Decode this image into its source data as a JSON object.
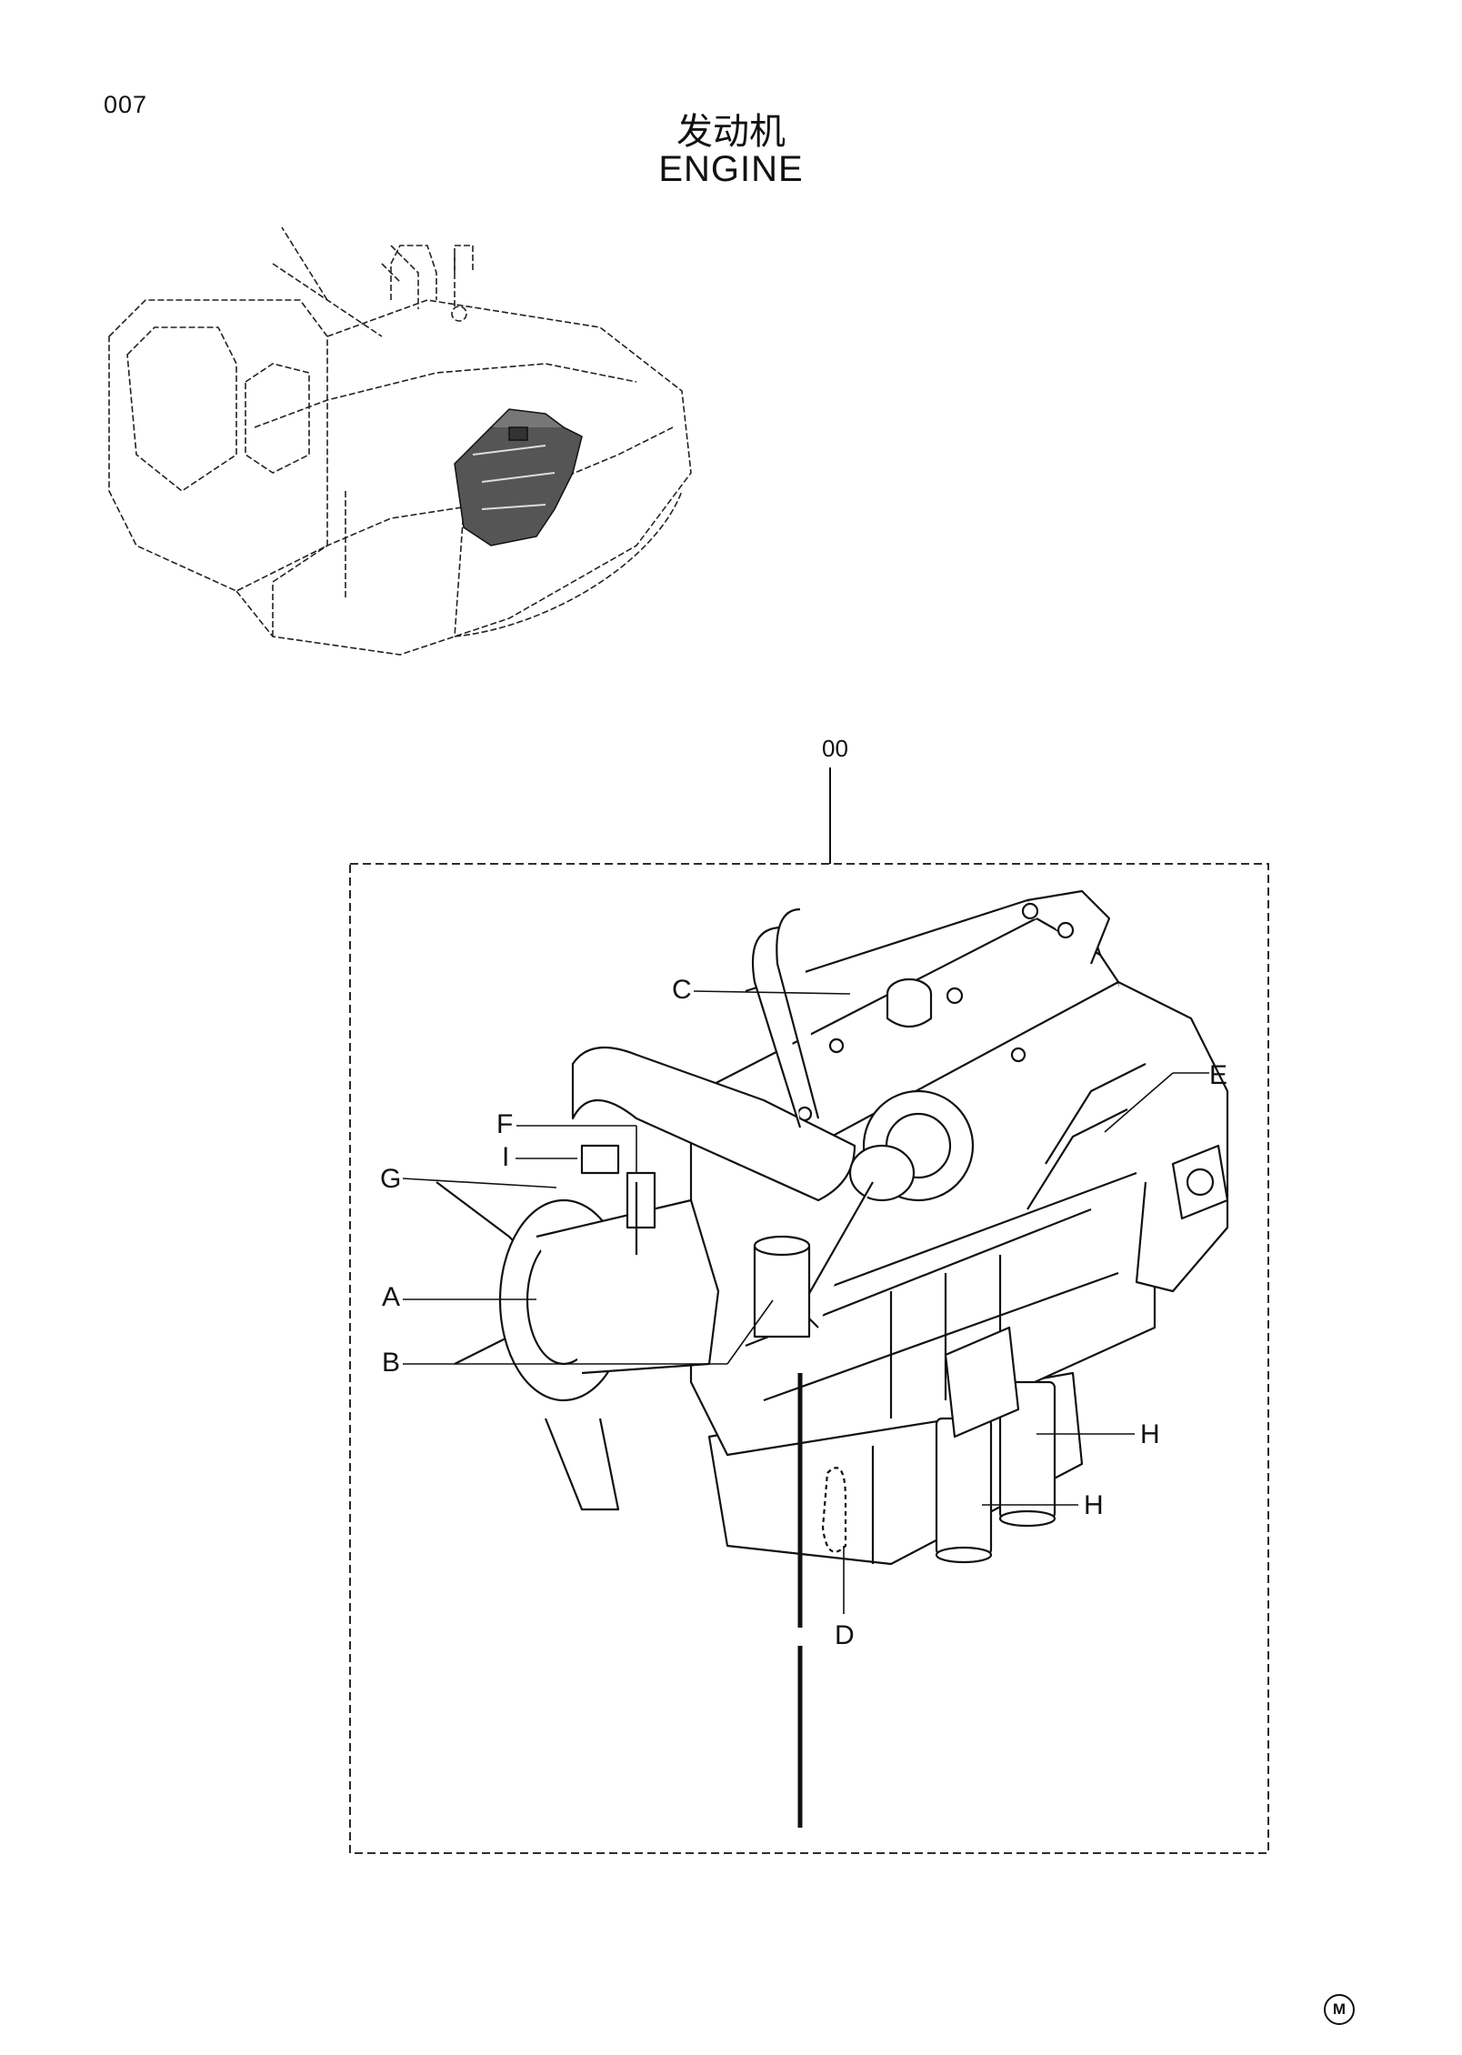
{
  "page_code": "007",
  "title_zh": "发动机",
  "title_en": "ENGINE",
  "assembly_ref": "00",
  "callouts": [
    "A",
    "B",
    "C",
    "D",
    "E",
    "F",
    "G",
    "H",
    "H",
    "I"
  ],
  "logo_mark": "M",
  "colors": {
    "line": "#111111",
    "shade": "#555555",
    "background": "#ffffff"
  }
}
